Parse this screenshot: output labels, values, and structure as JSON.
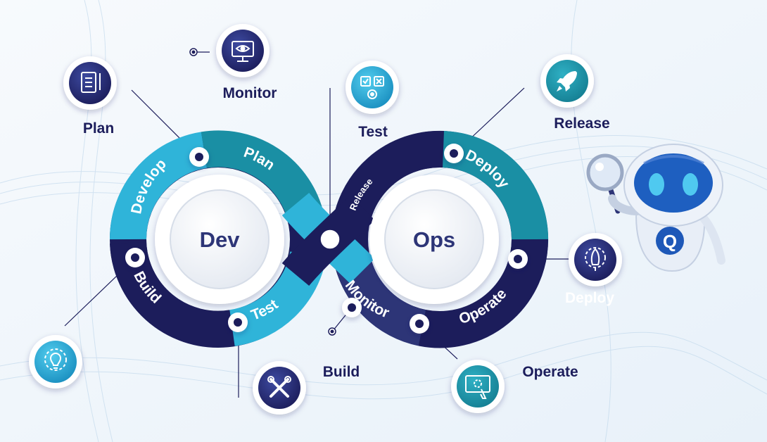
{
  "hub": {
    "left": "Dev",
    "right": "Ops"
  },
  "ring_segments": [
    {
      "id": "develop",
      "label": "Develop"
    },
    {
      "id": "plan",
      "label": "Plan"
    },
    {
      "id": "build",
      "label": "Build"
    },
    {
      "id": "test",
      "label": "Test"
    },
    {
      "id": "release",
      "label": "Release"
    },
    {
      "id": "deploy",
      "label": "Deploy"
    },
    {
      "id": "monitor",
      "label": "Monitor"
    },
    {
      "id": "operate",
      "label": "Operate"
    }
  ],
  "callouts": [
    {
      "id": "monitor",
      "label": "Monitor",
      "icon": "monitor-eye-icon"
    },
    {
      "id": "plan",
      "label": "Plan",
      "icon": "clipboard-list-icon"
    },
    {
      "id": "test",
      "label": "Test",
      "icon": "checklist-gear-icon"
    },
    {
      "id": "release",
      "label": "Release",
      "icon": "rocket-icon"
    },
    {
      "id": "deploy",
      "label": "Deploy",
      "icon": "rocket-gear-icon"
    },
    {
      "id": "develop",
      "label": "",
      "icon": "lightbulb-gear-icon"
    },
    {
      "id": "build",
      "label": "Build",
      "icon": "wrench-screwdriver-icon"
    },
    {
      "id": "operate",
      "label": "Operate",
      "icon": "operate-screen-icon"
    }
  ],
  "mascot": {
    "icon": "robot-mascot-icon",
    "badge": "Q"
  },
  "colors": {
    "navy": "#1c1d5b",
    "navy_mid": "#2d3577",
    "teal": "#1a8fa4",
    "cyan": "#2fb4d9",
    "white": "#ffffff"
  }
}
